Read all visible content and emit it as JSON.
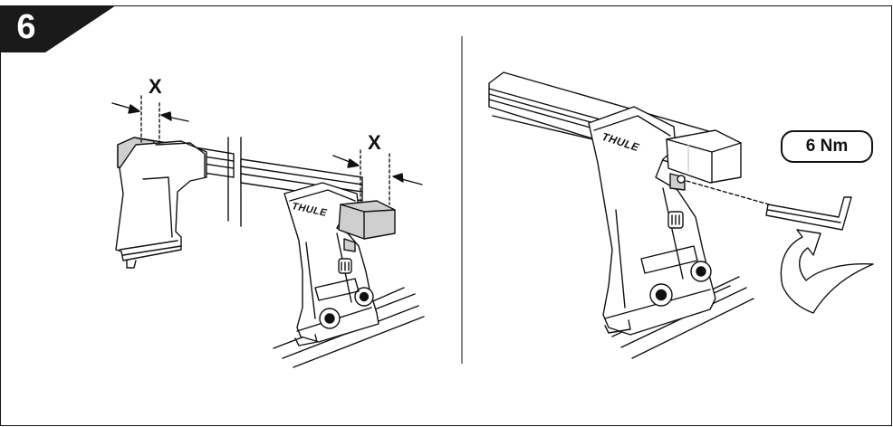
{
  "step": {
    "number": "6"
  },
  "left_panel": {
    "dimension_label_1": "X",
    "dimension_label_2": "X",
    "brand": "THULE"
  },
  "right_panel": {
    "brand": "THULE",
    "torque": "6 Nm"
  },
  "colors": {
    "line": "#111111",
    "badge": "#1a1a1a",
    "shade": "#cfcfcf",
    "background": "#ffffff"
  }
}
